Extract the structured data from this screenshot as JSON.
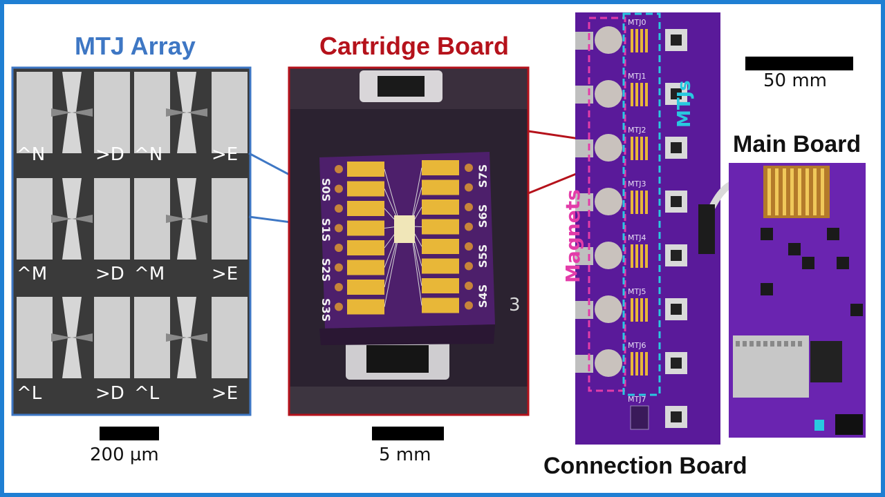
{
  "colors": {
    "frame": "#1f7fd3",
    "mtj_title": "#3e77c4",
    "cartridge_title": "#b5121b",
    "magnets": "#e33ca9",
    "mtjs": "#29c9e0",
    "board_purple": "#5a1a9a"
  },
  "panels": {
    "mtj_array": {
      "title": "MTJ Array",
      "row_labels": [
        [
          "^N",
          ">D",
          "^N",
          ">E"
        ],
        [
          "^M",
          ">D",
          "^M",
          ">E"
        ],
        [
          "^L",
          ">D",
          "^L",
          ">E"
        ]
      ],
      "scale_label": "200 µm"
    },
    "cartridge_board": {
      "title": "Cartridge Board",
      "scale_label": "5 mm",
      "pad_labels_left": [
        "S0S",
        "S1S",
        "S2S",
        "S3S"
      ],
      "pad_labels_right": [
        "S7S",
        "S6S",
        "S5S",
        "S4S"
      ],
      "socket_number": "3"
    },
    "connection_board": {
      "title": "Connection Board",
      "magnets_label": "Magnets",
      "mtjs_label": "MTJs",
      "mtj_slots": [
        "MTJ0",
        "MTJ1",
        "MTJ2",
        "MTJ3",
        "MTJ4",
        "MTJ5",
        "MTJ6",
        "MTJ7"
      ]
    },
    "main_board": {
      "title": "Main Board",
      "scale_label": "50 mm"
    }
  }
}
